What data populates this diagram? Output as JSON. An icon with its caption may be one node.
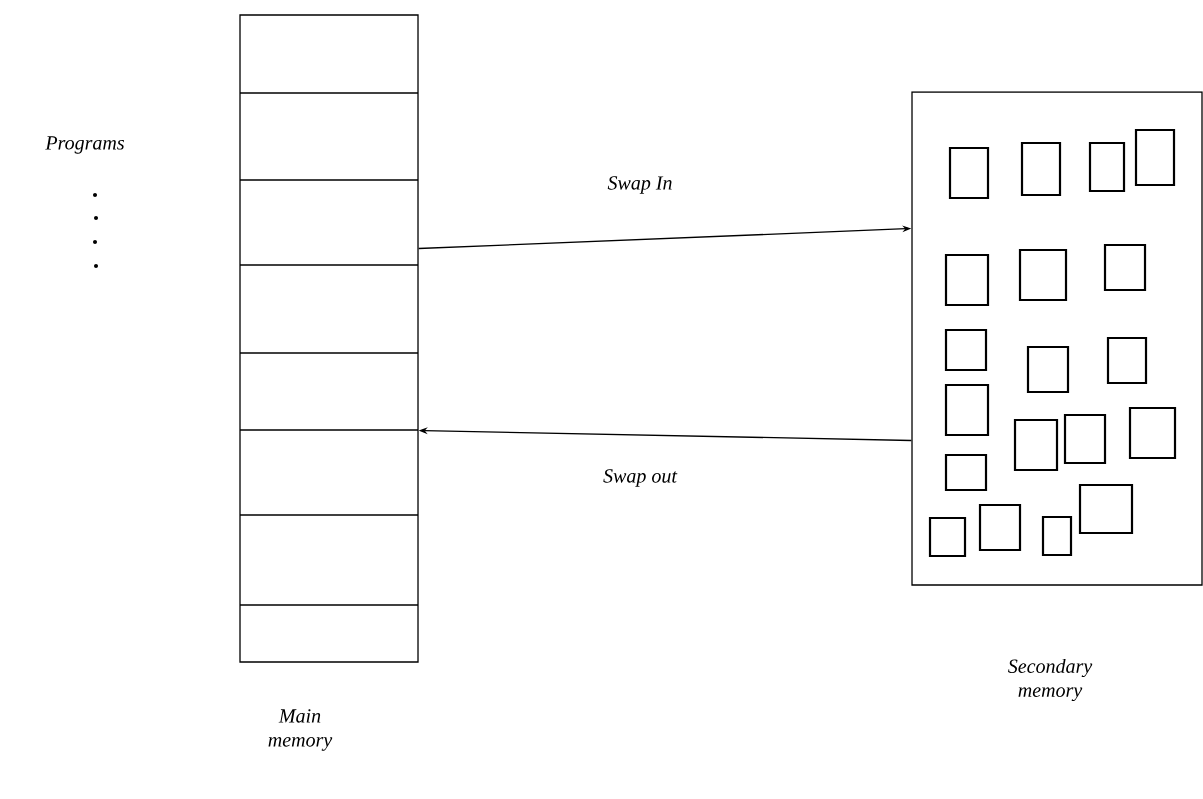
{
  "diagram": {
    "nodes": [
      {
        "text": [
          "Main memory"
        ]
      },
      {
        "text": [
          "Secondary memory"
        ]
      }
    ],
    "edges": [
      {
        "from": 0,
        "to": 1,
        "arrow": "to",
        "label": "Swap In"
      },
      {
        "from": 1,
        "to": 0,
        "arrow": "to",
        "label": "Swap out"
      }
    ],
    "labels": [
      "Programs"
    ]
  }
}
